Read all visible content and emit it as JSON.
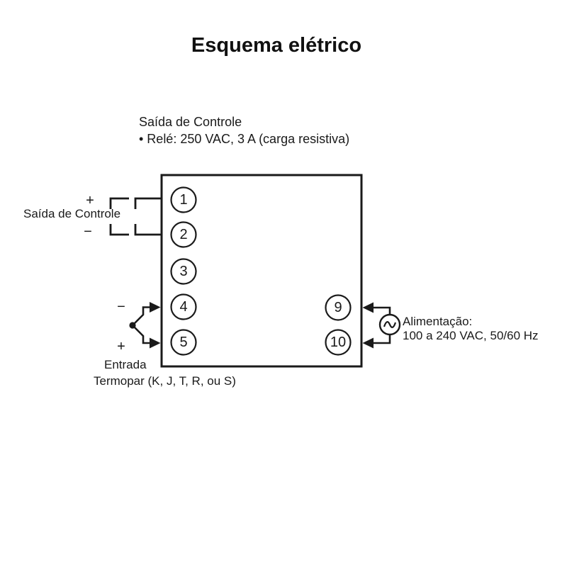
{
  "title": "Esquema elétrico",
  "note": {
    "line1": "Saída de Controle",
    "line2": "• Relé: 250 VAC, 3 A (carga resistiva)"
  },
  "control_output": {
    "plus": "+",
    "minus": "−",
    "label": "Saída de Controle"
  },
  "thermocouple": {
    "minus": "−",
    "plus": "+",
    "label_line1": "Entrada",
    "label_line2": "Termopar (K, J, T, R, ou S)"
  },
  "power_supply": {
    "label_line1": "Alimentação:",
    "label_line2": "100 a 240 VAC, 50/60 Hz"
  },
  "terminals": {
    "t1": "1",
    "t2": "2",
    "t3": "3",
    "t4": "4",
    "t5": "5",
    "t9": "9",
    "t10": "10"
  },
  "colors": {
    "line": "#1a1a1a",
    "background": "#ffffff"
  }
}
